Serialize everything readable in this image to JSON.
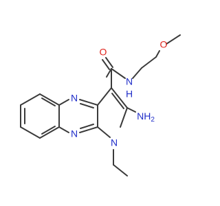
{
  "colors": {
    "bond": "#3a3a3a",
    "nitrogen": "#1f2dc9",
    "oxygen": "#e0231c",
    "background": "#ffffff"
  },
  "atoms": {
    "n_pyrazine_top": "N",
    "n_pyrazine_bottom": "N",
    "n_pyrrole": "N",
    "nh2": "NH",
    "nh2_sub": "2",
    "amide_n": "N",
    "amide_h": "H",
    "carbonyl_o": "O",
    "ether_o": "O"
  }
}
